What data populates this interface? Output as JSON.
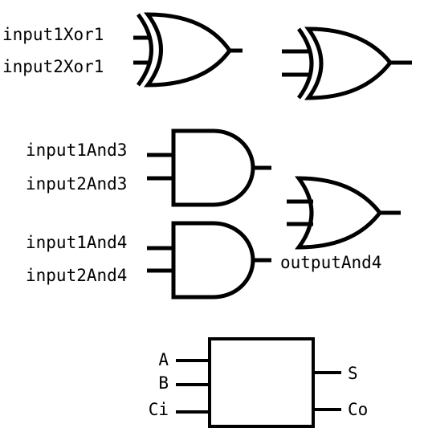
{
  "xor_gate_1": {
    "input_a": "input1Xor1",
    "input_b": "input2Xor1"
  },
  "and_gate_3": {
    "input_a": "input1And3",
    "input_b": "input2And3"
  },
  "and_gate_4": {
    "input_a": "input1And4",
    "input_b": "input2And4",
    "output": "outputAnd4"
  },
  "full_adder": {
    "input_a": "A",
    "input_b": "B",
    "input_carry": "Ci",
    "output_sum": "S",
    "output_carry": "Co"
  }
}
